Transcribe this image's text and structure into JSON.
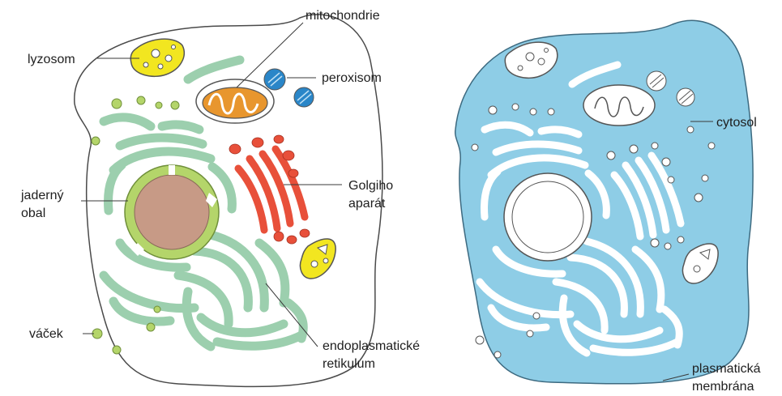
{
  "labels": {
    "lyzosom": "lyzosom",
    "mitochondrie": "mitochondrie",
    "peroxisom": "peroxisom",
    "jaderny_line1": "jaderný",
    "jaderny_line2": "obal",
    "golgi_line1": "Golgiho",
    "golgi_line2": "aparát",
    "vacek": "váček",
    "er_line1": "endoplasmatické",
    "er_line2": "retikulum",
    "cytosol": "cytosol",
    "membrane_line1": "plasmatická",
    "membrane_line2": "membrána"
  },
  "colors": {
    "cytosol_fill": "#8ecde6",
    "cytosol_fill_left": "#ffffff",
    "membrane_stroke": "#4a4a4a",
    "er": "#9ccfae",
    "er_stroke": "#6aa98a",
    "nucleus": "#c79a86",
    "nuclear_envelope": "#b4d56a",
    "golgi": "#e8503a",
    "mitochondrion": "#e8962e",
    "lysosome": "#f2e620",
    "peroxisome": "#2a86c8",
    "vesicle": "#b4d56a",
    "organelle_right": "#ffffff"
  }
}
